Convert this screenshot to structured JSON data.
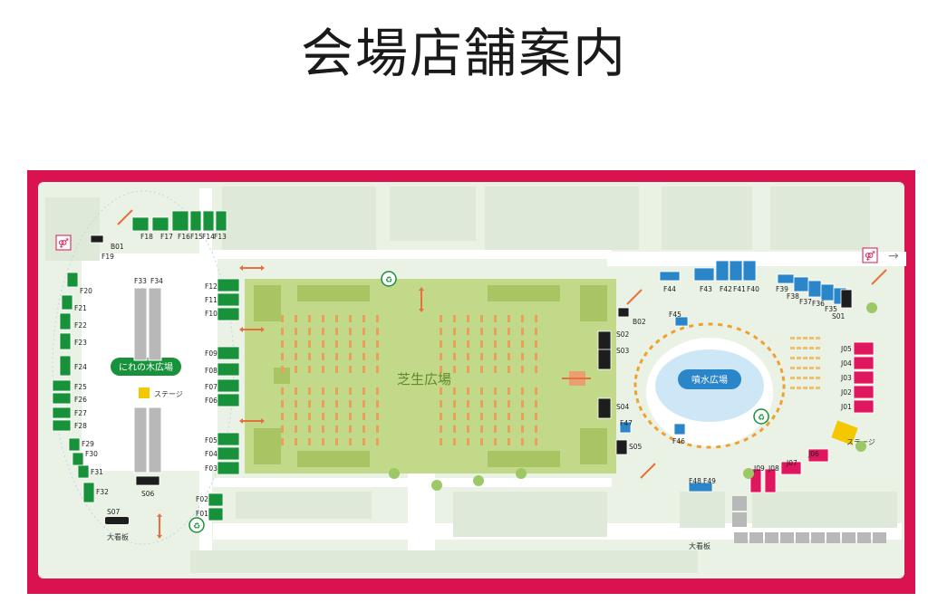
{
  "page_title": "会場店舗案内",
  "colors": {
    "border": "#d8134f",
    "ground": "#eaf2e6",
    "lawn": "#c3d98a",
    "lawn_beds": "#a8c463",
    "green_shop": "#17913a",
    "blue_shop": "#2a85c9",
    "pink_shop": "#e0175f",
    "black_shop": "#1d1d1d",
    "gray_shop": "#b8b8b8",
    "stage": "#f3c800",
    "fountain": "#cde7f7",
    "arrow": "#e8703c"
  },
  "areas": {
    "left_plaza": "にれの木広場",
    "center_lawn": "芝生広場",
    "fountain": "噴水広場"
  },
  "labels": {
    "stage_left": "ステージ",
    "stage_right": "ステージ",
    "signboard_left": "大看板",
    "signboard_right": "大看板"
  },
  "icons": {
    "toilet_left": "toilet-icon",
    "toilet_right": "toilet-icon",
    "trash": "trash-icon",
    "entrance_arrow": "arrow-right-icon"
  },
  "booths": {
    "B01": "B01",
    "B02": "B02",
    "F01": "F01",
    "F02": "F02",
    "F03": "F03",
    "F04": "F04",
    "F05": "F05",
    "F06": "F06",
    "F07": "F07",
    "F08": "F08",
    "F09": "F09",
    "F10": "F10",
    "F11": "F11",
    "F12": "F12",
    "F13": "F13",
    "F14": "F14",
    "F15": "F15",
    "F16": "F16",
    "F17": "F17",
    "F18": "F18",
    "F19": "F19",
    "F20": "F20",
    "F21": "F21",
    "F22": "F22",
    "F23": "F23",
    "F24": "F24",
    "F25": "F25",
    "F26": "F26",
    "F27": "F27",
    "F28": "F28",
    "F29": "F29",
    "F30": "F30",
    "F31": "F31",
    "F32": "F32",
    "F33": "F33",
    "F34": "F34",
    "F35": "F35",
    "F36": "F36",
    "F37": "F37",
    "F38": "F38",
    "F39": "F39",
    "F40": "F40",
    "F41": "F41",
    "F42": "F42",
    "F43": "F43",
    "F44": "F44",
    "F45": "F45",
    "F46": "F46",
    "F47": "F47",
    "F48": "F48",
    "F49": "F49",
    "S01": "S01",
    "S02": "S02",
    "S03": "S03",
    "S04": "S04",
    "S05": "S05",
    "S06": "S06",
    "S07": "S07",
    "J01": "J01",
    "J02": "J02",
    "J03": "J03",
    "J04": "J04",
    "J05": "J05",
    "J06": "J06",
    "J07": "J07",
    "J08": "J08",
    "J09": "J09"
  }
}
